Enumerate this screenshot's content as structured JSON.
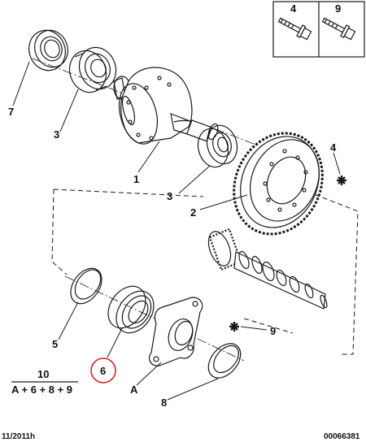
{
  "callouts": {
    "c1": "1",
    "c2": "2",
    "c3a": "3",
    "c3b": "3",
    "c4": "4",
    "c5": "5",
    "c6": "6",
    "c7": "7",
    "c8": "8",
    "c9": "9",
    "cA": "A"
  },
  "inset": {
    "left_ref": "4",
    "right_ref": "9"
  },
  "kit": {
    "number": "10",
    "formula": "A + 6 + 8 + 9"
  },
  "footer": {
    "date": "11/2011h",
    "doc_number": "00066381"
  },
  "colors": {
    "line": "#1a1a1a",
    "highlight": "#e02020"
  }
}
